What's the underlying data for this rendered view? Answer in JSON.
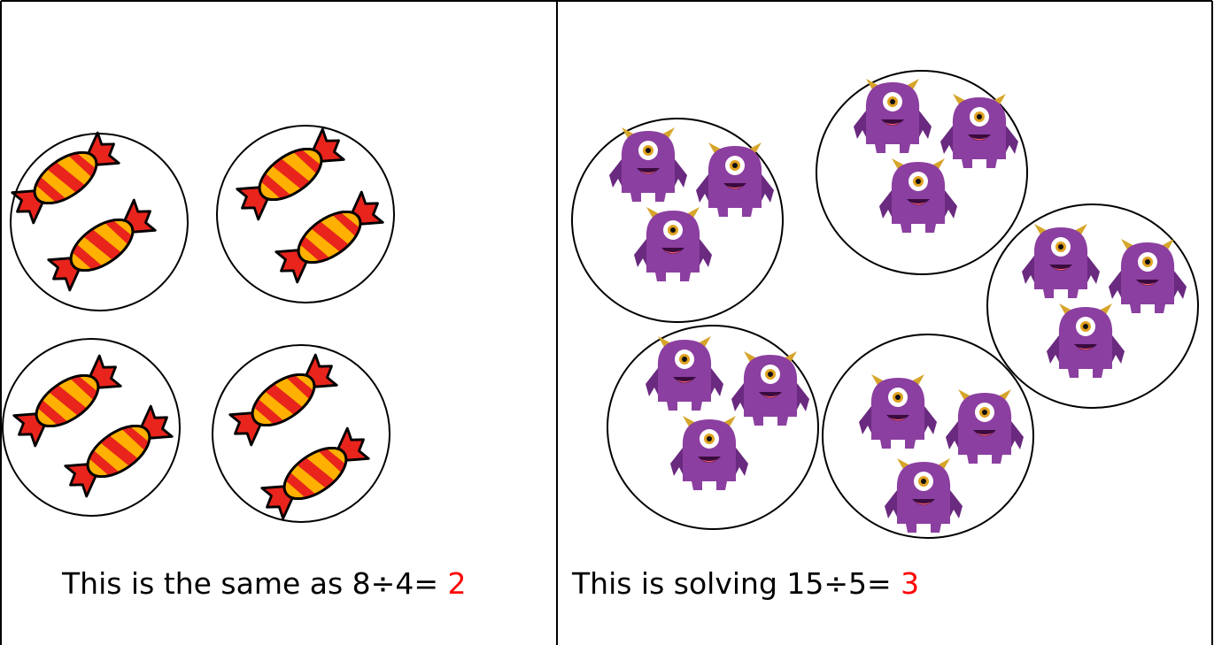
{
  "left_panel": {
    "caption": "This is the same as 8÷4=",
    "answer": "2",
    "group_count": 4,
    "items_per_group": 2,
    "item_icon": "candy-icon",
    "colors": {
      "candy_wrap": "#e8241c",
      "candy_body": "#ffb000"
    }
  },
  "right_panel": {
    "caption": "This is solving 15÷5=",
    "answer": "3",
    "group_count": 5,
    "items_per_group": 3,
    "item_icon": "monster-icon",
    "colors": {
      "monster_body": "#8b3fa0",
      "monster_dark": "#6a2a80",
      "monster_horn": "#d6a52a"
    }
  },
  "colors": {
    "border": "#000000",
    "answer": "#ff0000"
  }
}
